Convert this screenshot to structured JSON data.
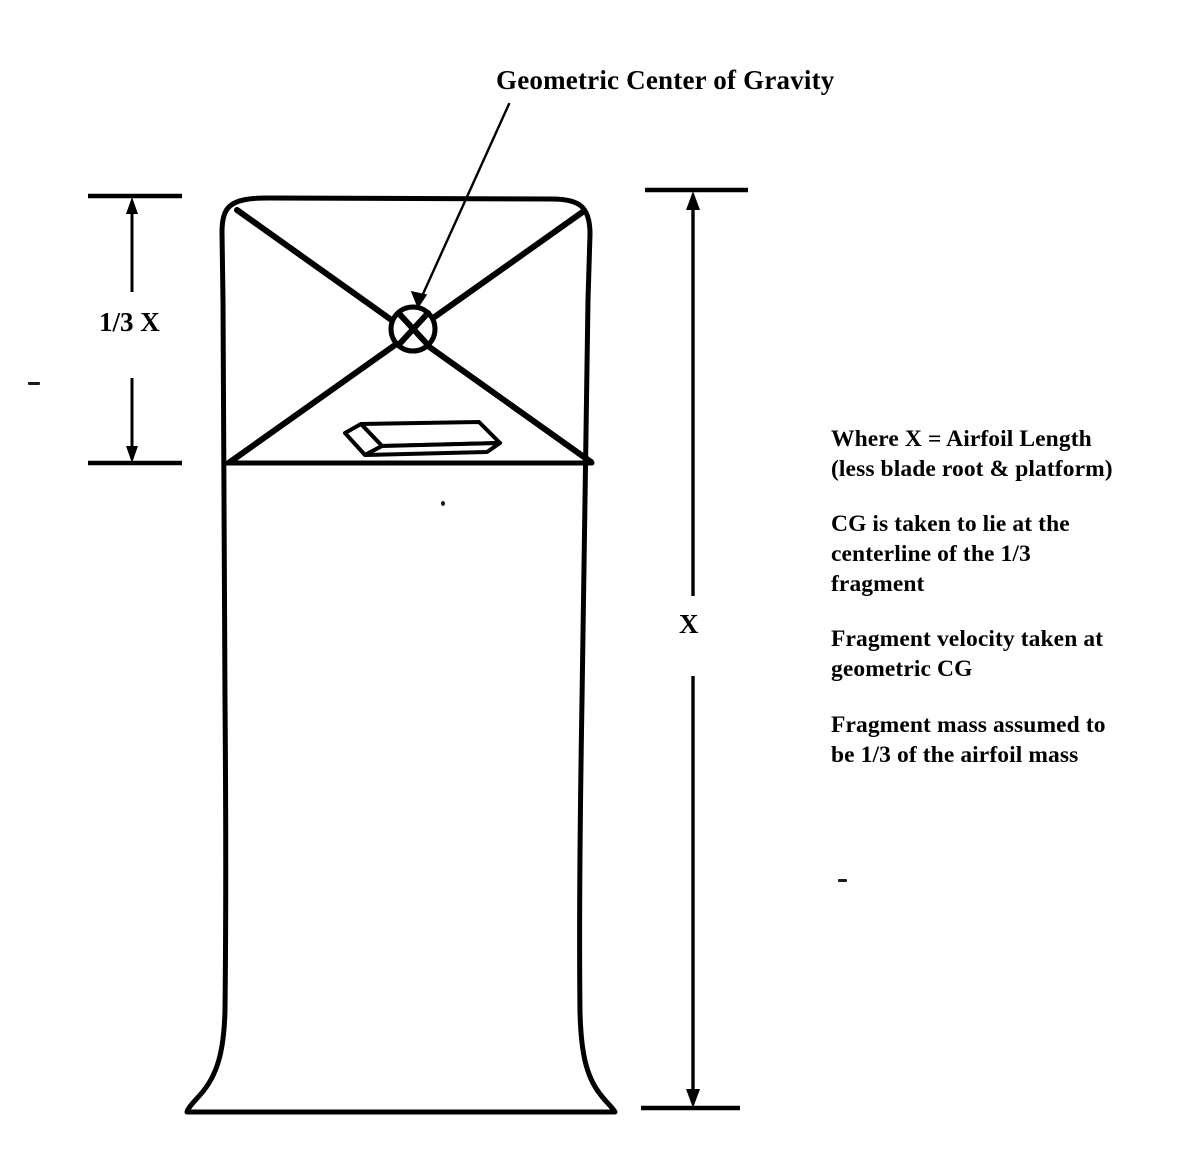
{
  "figure": {
    "title_callout": "Geometric Center of Gravity",
    "background_color": "#ffffff",
    "ink_color": "#000000"
  },
  "dimensions": {
    "fragment_label": "1/3 X",
    "total_label": "X"
  },
  "notes": [
    {
      "id": "note-definition",
      "lines": [
        "Where X = Airfoil Length",
        "(less blade root & platform)"
      ]
    },
    {
      "id": "note-cg-location",
      "lines": [
        "CG is taken to lie at the",
        "centerline of the 1/3",
        "fragment"
      ]
    },
    {
      "id": "note-velocity",
      "lines": [
        "Fragment velocity taken at",
        "geometric CG"
      ]
    },
    {
      "id": "note-mass",
      "lines": [
        "Fragment mass assumed to",
        "be 1/3 of the airfoil mass"
      ]
    }
  ],
  "diagram_parts": {
    "blade_outline": "turbine-blade-airfoil",
    "cg_marker": "crossed-circle",
    "fragment_divider": "horizontal-line",
    "cross_diagonals": "x-cross",
    "airfoil_section_plate": "parallelogram-slab",
    "leader_line": "callout-arrow"
  }
}
